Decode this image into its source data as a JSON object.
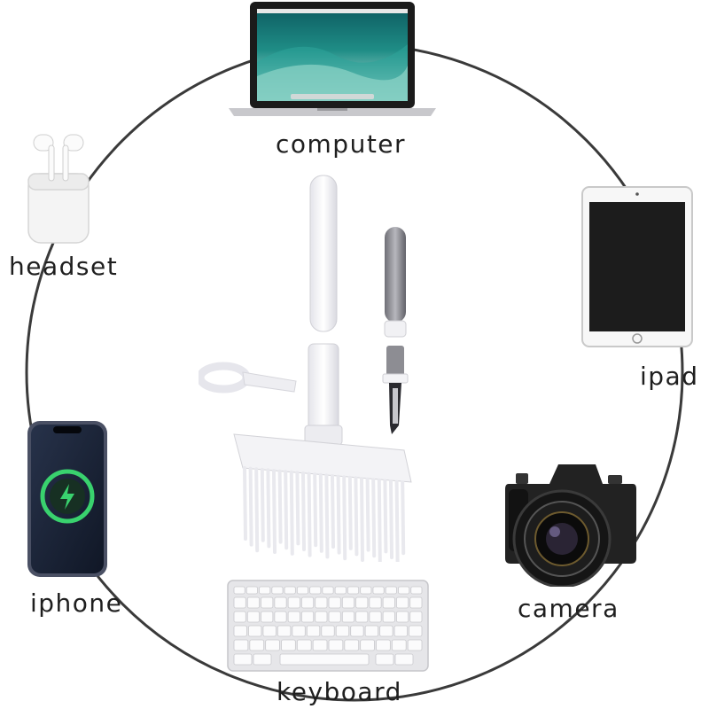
{
  "labels": {
    "computer": "computer",
    "headset": "headset",
    "ipad": "ipad",
    "iphone": "iphone",
    "camera": "camera",
    "keyboard": "keyboard"
  },
  "colors": {
    "ring": "#3a3a3a",
    "text": "#1f1f1f",
    "screen_teal": "#1f8d86",
    "screen_dark": "#1c1c1c",
    "charge_green": "#39d26e",
    "brush_white": "#f3f3f6"
  },
  "icons": [
    "laptop-icon",
    "earbuds-icon",
    "tablet-icon",
    "smartphone-icon",
    "camera-icon",
    "keyboard-icon",
    "cleaning-brush-icon"
  ]
}
